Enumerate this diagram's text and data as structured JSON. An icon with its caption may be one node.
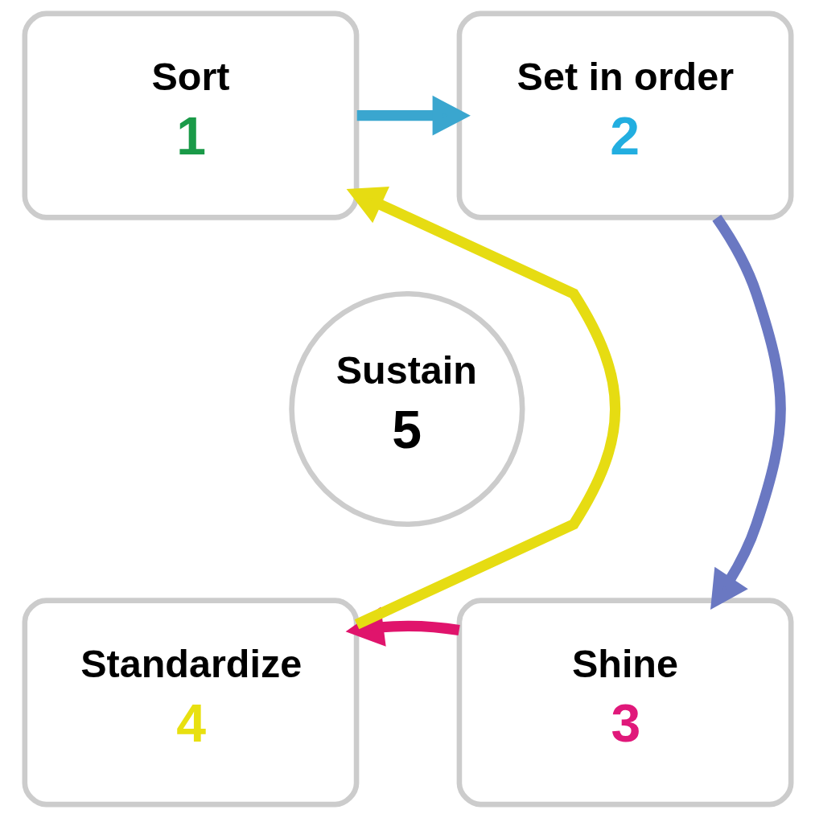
{
  "diagram": {
    "nodes": [
      {
        "text": [
          "Sort",
          "1"
        ]
      },
      {
        "text": [
          "Set in order",
          "2"
        ]
      },
      {
        "text": [
          "Shine",
          "3"
        ]
      },
      {
        "text": [
          "Standardize",
          "4"
        ]
      },
      {
        "text": [
          "Sustain",
          "5"
        ]
      }
    ],
    "edges": [
      {
        "from": 0,
        "to": 1,
        "arrow": "to",
        "color": "#3aa6cf"
      },
      {
        "from": 1,
        "to": 2,
        "arrow": "to",
        "color": "#6a78c2"
      },
      {
        "from": 2,
        "to": 3,
        "arrow": "to",
        "color": "#e0146c"
      },
      {
        "from": 3,
        "to": 0,
        "arrow": "to",
        "color": "#e6dc12"
      }
    ]
  }
}
